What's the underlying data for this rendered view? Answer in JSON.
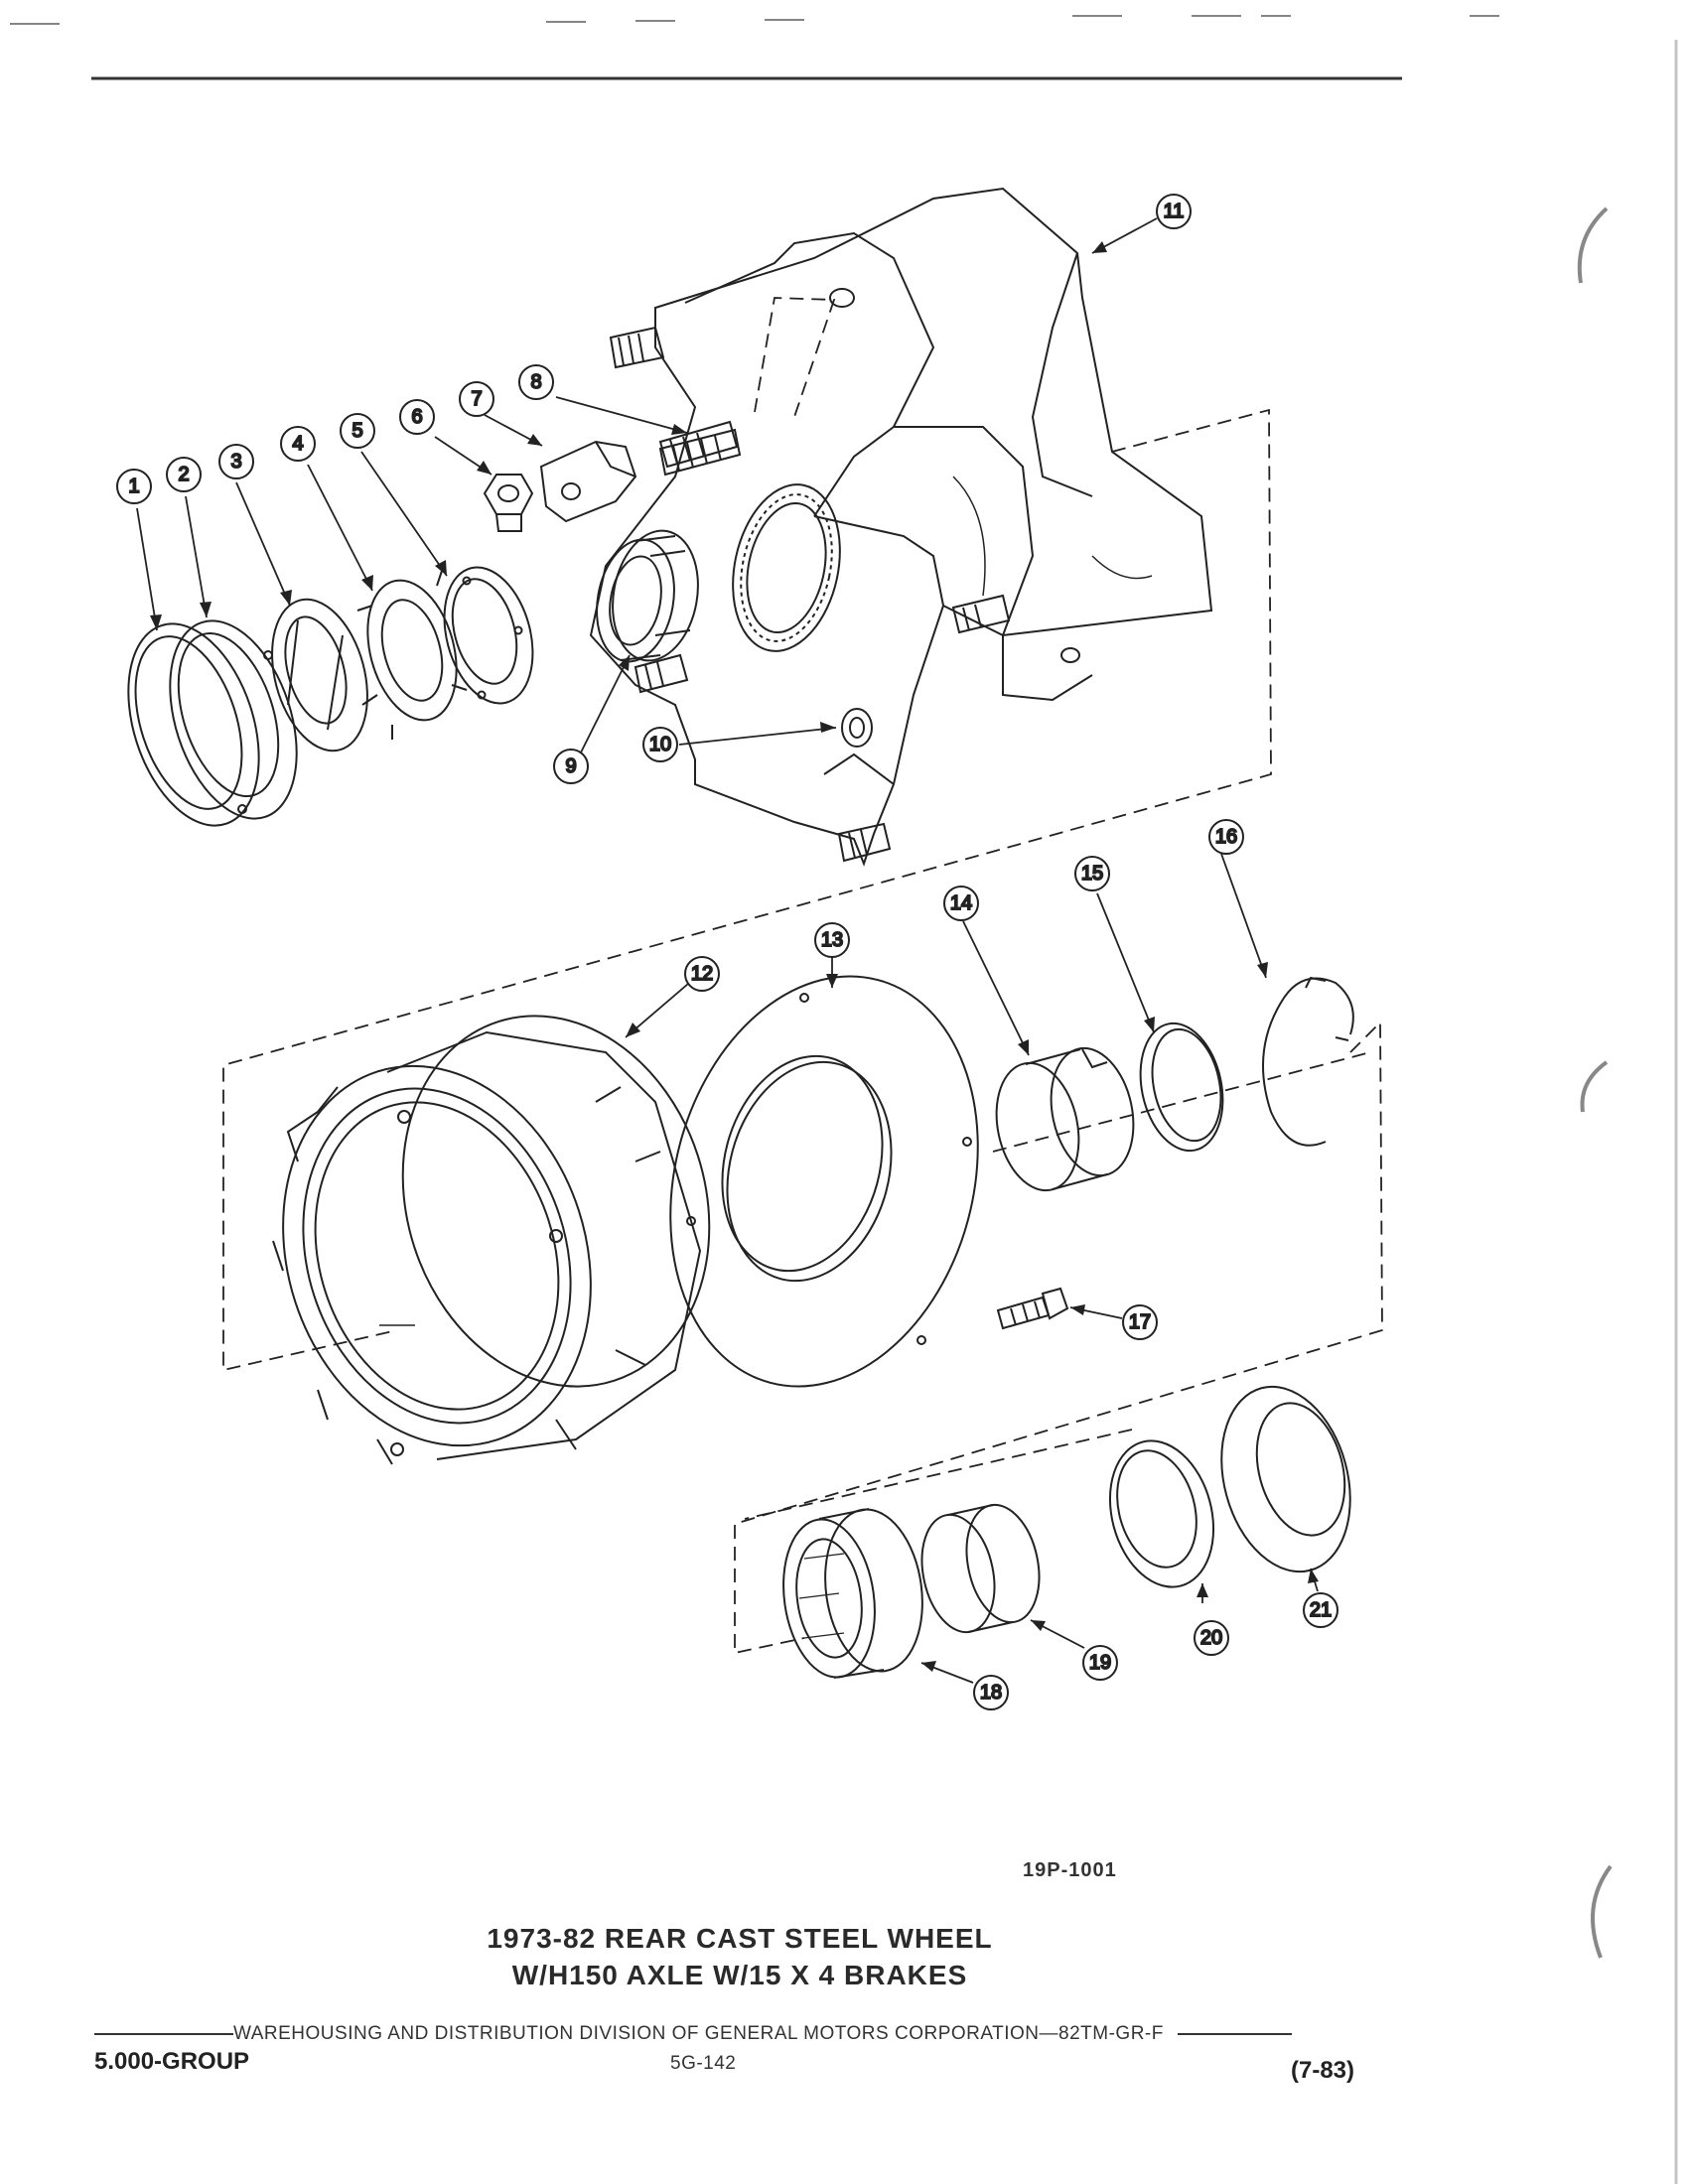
{
  "figure": {
    "code": "19P-1001",
    "title_line1": "1973-82 REAR CAST STEEL WHEEL",
    "title_line2": "W/H150 AXLE W/15 X 4 BRAKES"
  },
  "callouts": [
    "1",
    "2",
    "3",
    "4",
    "5",
    "6",
    "7",
    "8",
    "9",
    "10",
    "11",
    "12",
    "13",
    "14",
    "15",
    "16",
    "17",
    "18",
    "19",
    "20",
    "21"
  ],
  "footer": {
    "division": "WAREHOUSING AND DISTRIBUTION  DIVISION OF GENERAL MOTORS CORPORATION—82TM-GR-F",
    "group": "5.000-GROUP",
    "page_number": "5G-142",
    "date": "(7-83)"
  }
}
